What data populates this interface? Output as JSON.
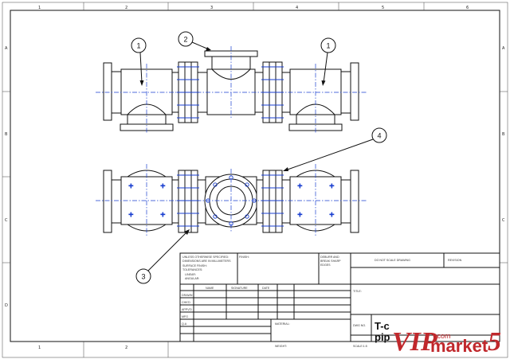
{
  "zones": {
    "columns": [
      "1",
      "2",
      "3",
      "4",
      "5",
      "6"
    ],
    "rows": [
      "A",
      "B",
      "C",
      "D"
    ]
  },
  "balloons": [
    "1",
    "2",
    "1",
    "4",
    "3"
  ],
  "title_block": {
    "unless": "UNLESS OTHERWISE SPECIFIED:",
    "dims": "DIMENSIONS ARE IN MILLIMETERS",
    "surface": "SURFACE FINISH:",
    "tolerances": "TOLERANCES:",
    "linear": "LINEAR:",
    "angular": "ANGULAR:",
    "finish": "FINISH:",
    "deburr1": "DEBURR AND",
    "deburr2": "BREAK SHARP",
    "deburr3": "EDGES",
    "no_scale": "DO NOT SCALE DRAWING",
    "revision": "REVISION",
    "name": "NAME",
    "signature": "SIGNATURE",
    "date": "DATE",
    "title_label": "TITLE:",
    "drawn": "DRAWN",
    "chkd": "CHK'D",
    "appvd": "APPV'D",
    "mfg": "MFG",
    "qa": "Q.A",
    "material": "MATERIAL:",
    "dwg_no": "DWG NO.",
    "weight": "WEIGHT:",
    "scale": "SCALE:1:5",
    "title_1": "T-c",
    "title_2": "pip"
  },
  "watermark": {
    "vip": "VIP",
    "com": ".com",
    "market": "market",
    "five": "5"
  },
  "colors": {
    "centerline": "#1a3fd0",
    "watermark": "#c0282c"
  }
}
